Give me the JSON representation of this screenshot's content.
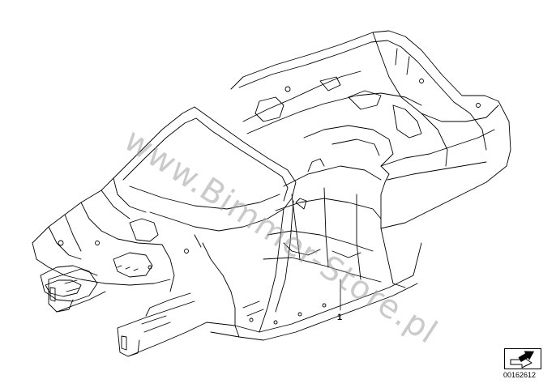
{
  "diagram": {
    "part_number_label": "1",
    "watermark_text": "www.Bimmer-Store.pl",
    "diagram_id": "00162612",
    "line_color": "#000000",
    "watermark_color": "#a0a0a0"
  }
}
